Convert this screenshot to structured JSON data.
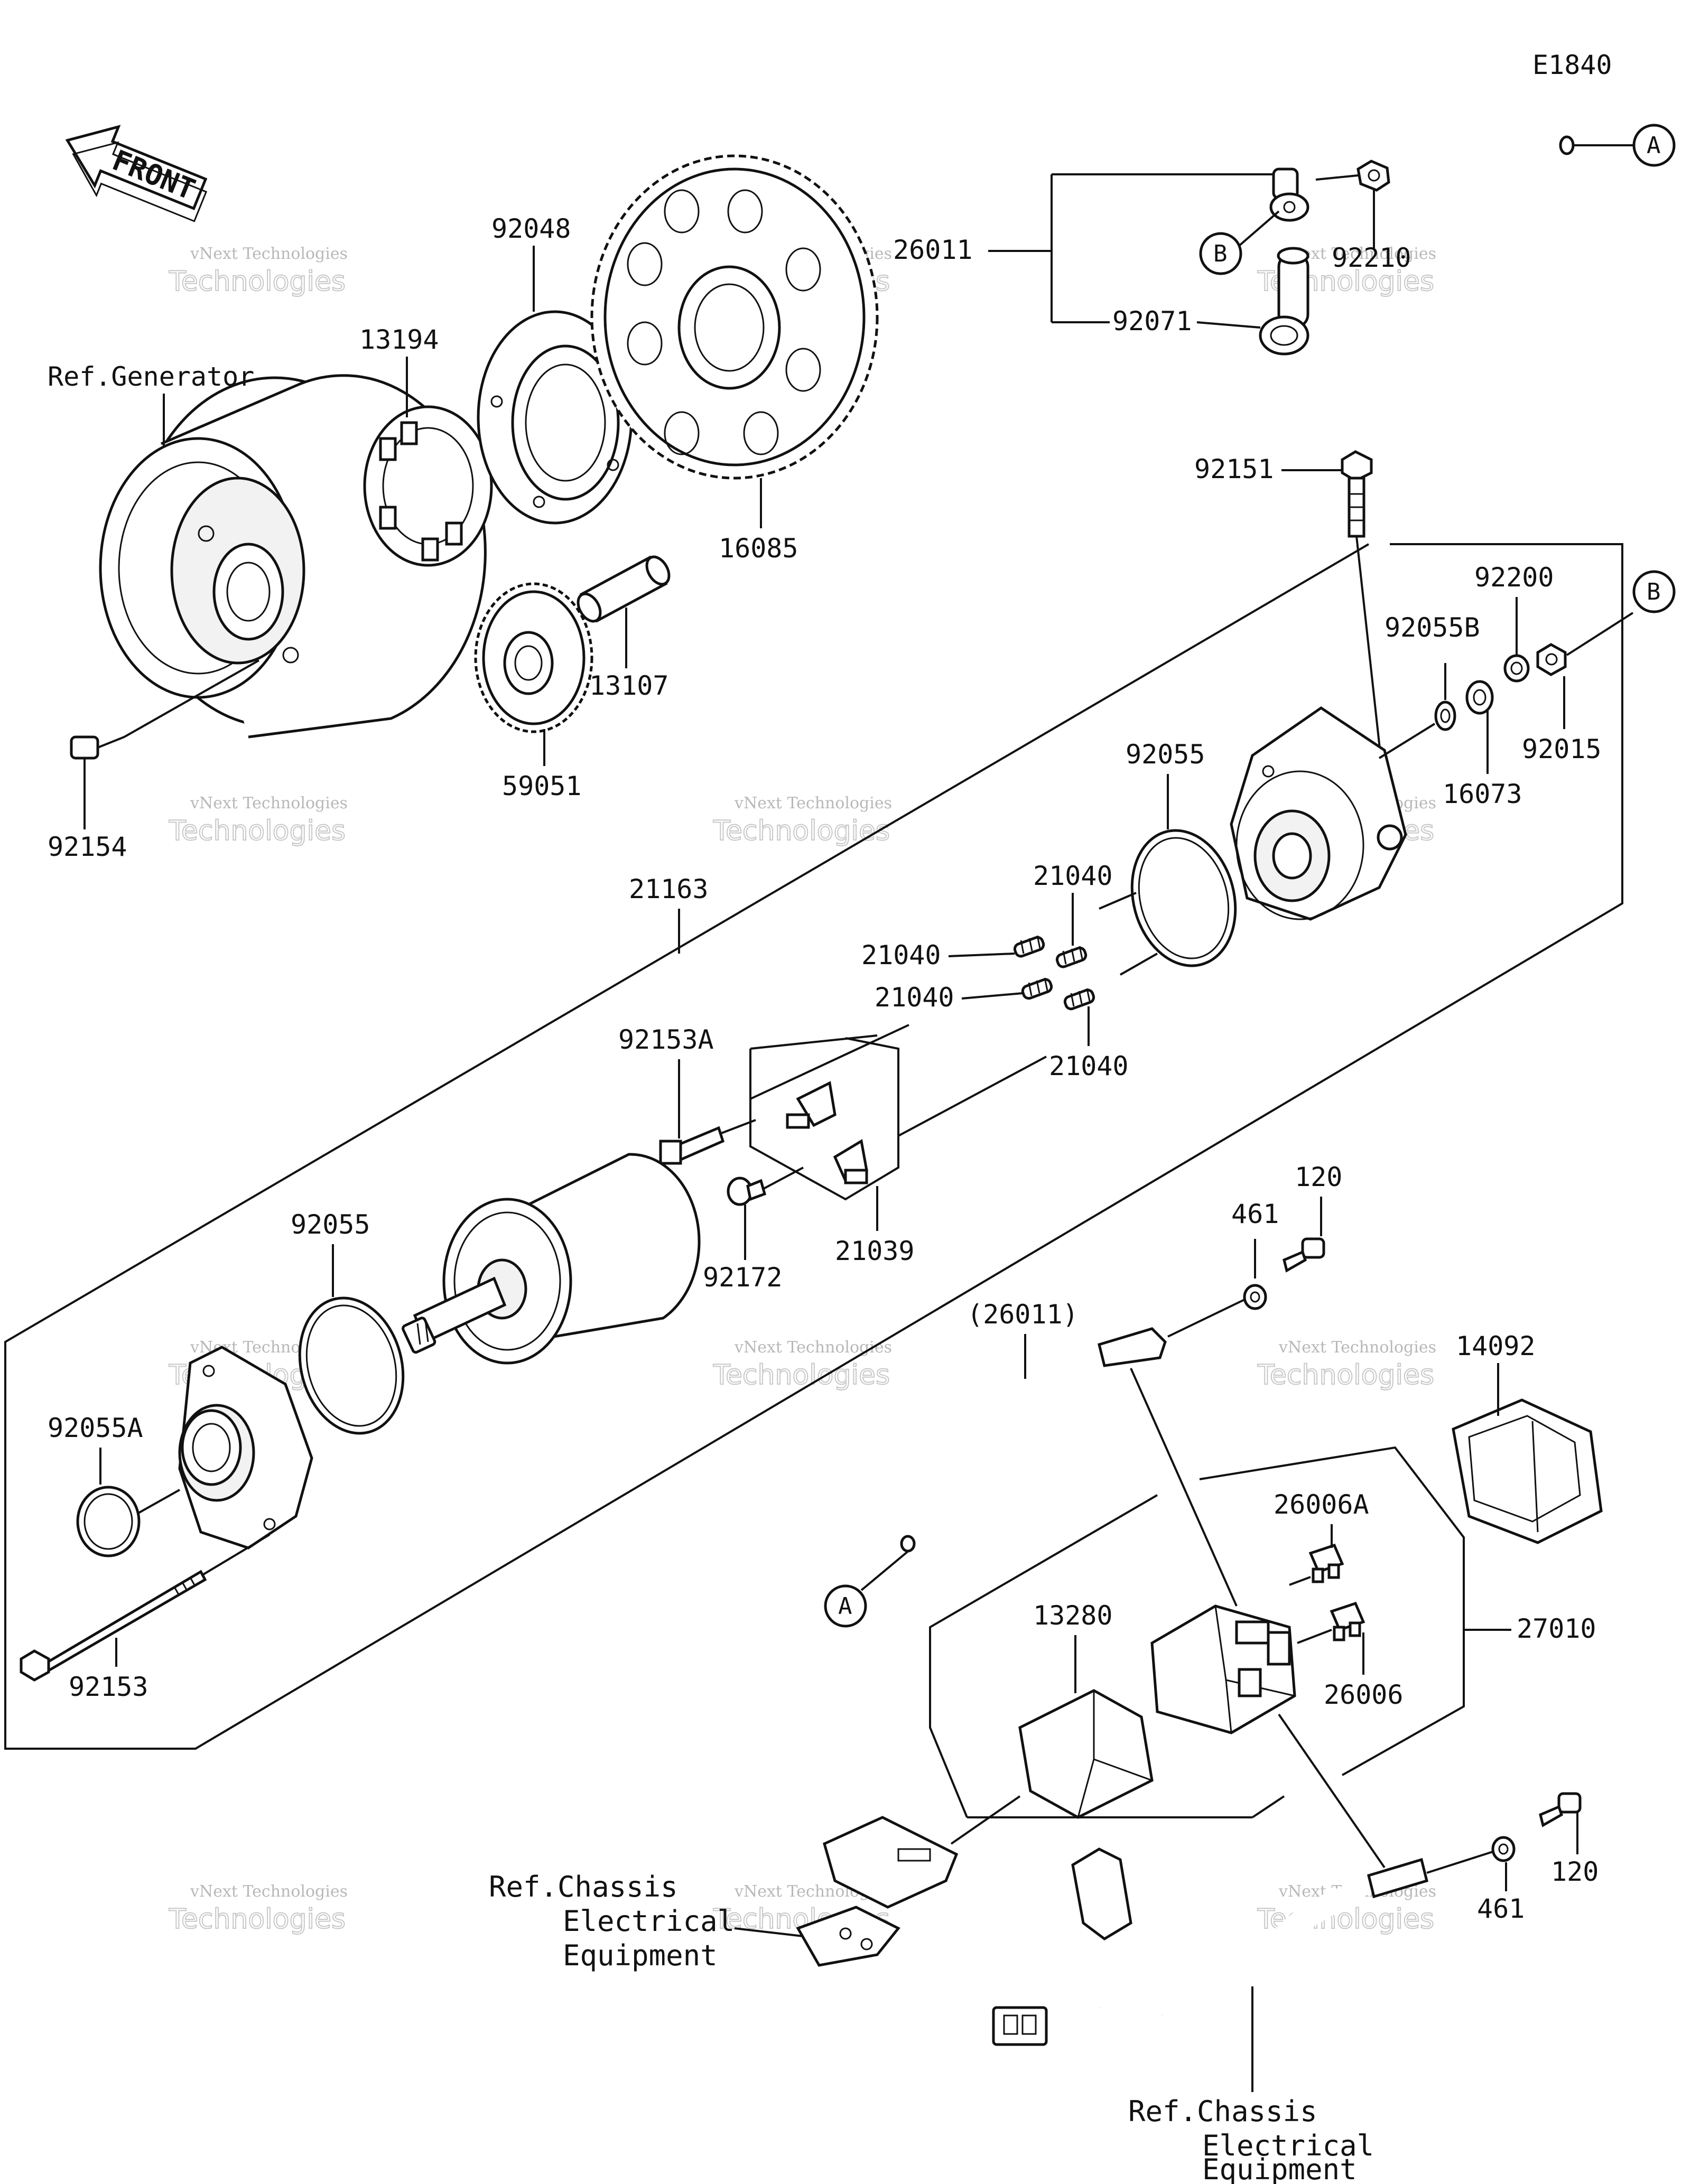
{
  "diagram_code": "E1840",
  "front_label": "FRONT",
  "callouts": {
    "a": "A",
    "b": "B"
  },
  "labels": {
    "p26011": "26011",
    "p26011_ref": "(26011)",
    "p92071": "92071",
    "p92210": "92210",
    "p92048": "92048",
    "p13194": "13194",
    "p16085": "16085",
    "p13107": "13107",
    "p59051": "59051",
    "p92154": "92154",
    "ref_generator": "Ref.Generator",
    "p92151": "92151",
    "p92200": "92200",
    "p92055B": "92055B",
    "p92015": "92015",
    "p16073": "16073",
    "p92055_top": "92055",
    "p21163": "21163",
    "p21040_a": "21040",
    "p21040_b": "21040",
    "p21040_c": "21040",
    "p21040_d": "21040",
    "p92153A": "92153A",
    "p21039": "21039",
    "p92172": "92172",
    "p92055_low": "92055",
    "p92055A": "92055A",
    "p92153": "92153",
    "p461_top": "461",
    "p120_top": "120",
    "p14092": "14092",
    "p26006A": "26006A",
    "p27010": "27010",
    "p13280": "13280",
    "p26006": "26006",
    "p461_low": "461",
    "p120_low": "120",
    "ref_chassis_1": [
      "Ref.Chassis",
      "Electrical",
      "Equipment"
    ],
    "ref_chassis_2": [
      "Ref.Chassis",
      "Electrical",
      "Equipment"
    ]
  },
  "watermark": {
    "line1": "vNext Technologies",
    "line2": "Technologies"
  }
}
